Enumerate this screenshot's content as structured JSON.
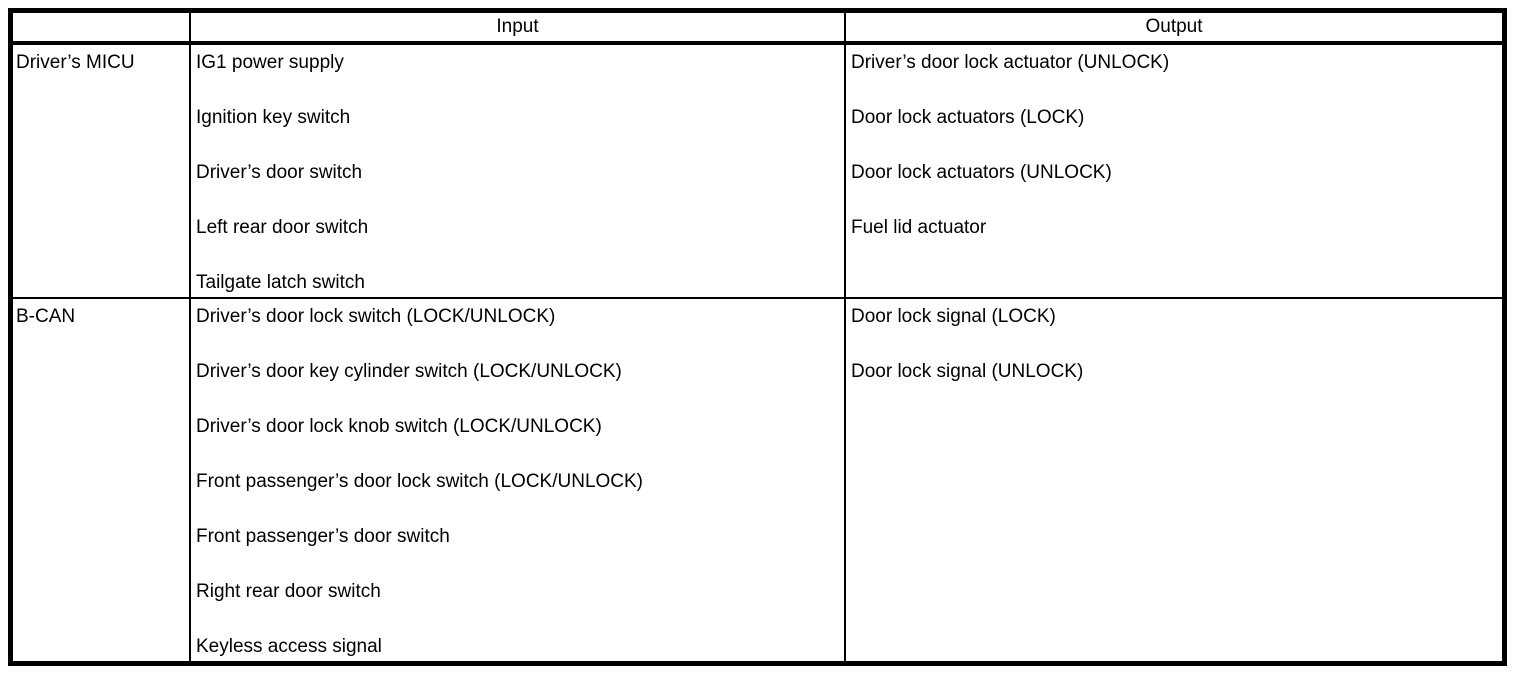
{
  "colors": {
    "border": "#000000",
    "background": "#ffffff",
    "text": "#000000"
  },
  "table": {
    "headers": {
      "source": "",
      "input": "Input",
      "output": "Output"
    },
    "rows": [
      {
        "source": "Driver’s MICU",
        "inputs": [
          "IG1 power supply",
          "Ignition key switch",
          "Driver’s door switch",
          "Left rear door switch",
          "Tailgate latch switch"
        ],
        "outputs": [
          "Driver’s door lock actuator (UNLOCK)",
          "Door lock actuators (LOCK)",
          "Door lock actuators (UNLOCK)",
          "Fuel lid actuator"
        ]
      },
      {
        "source": "B-CAN",
        "inputs": [
          "Driver’s door lock switch (LOCK/UNLOCK)",
          "Driver’s door key cylinder switch (LOCK/UNLOCK)",
          "Driver’s door lock knob switch (LOCK/UNLOCK)",
          "Front passenger’s door lock switch (LOCK/UNLOCK)",
          "Front passenger’s door switch",
          "Right rear door switch",
          "Keyless access signal"
        ],
        "outputs": [
          "Door lock signal (LOCK)",
          "Door lock signal (UNLOCK)"
        ]
      }
    ]
  }
}
